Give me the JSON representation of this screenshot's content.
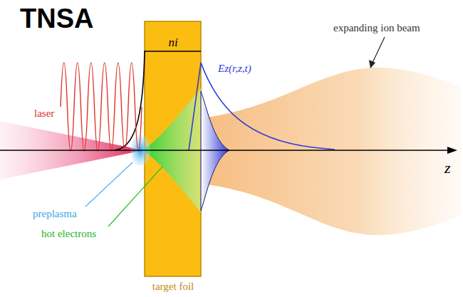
{
  "diagram": {
    "title": "TNSA",
    "labels": [
      "ni",
      "laser",
      "Ez(r,z,t)",
      "expanding ion beam",
      "z",
      "preplasma",
      "hot electrons",
      "target foil"
    ]
  }
}
